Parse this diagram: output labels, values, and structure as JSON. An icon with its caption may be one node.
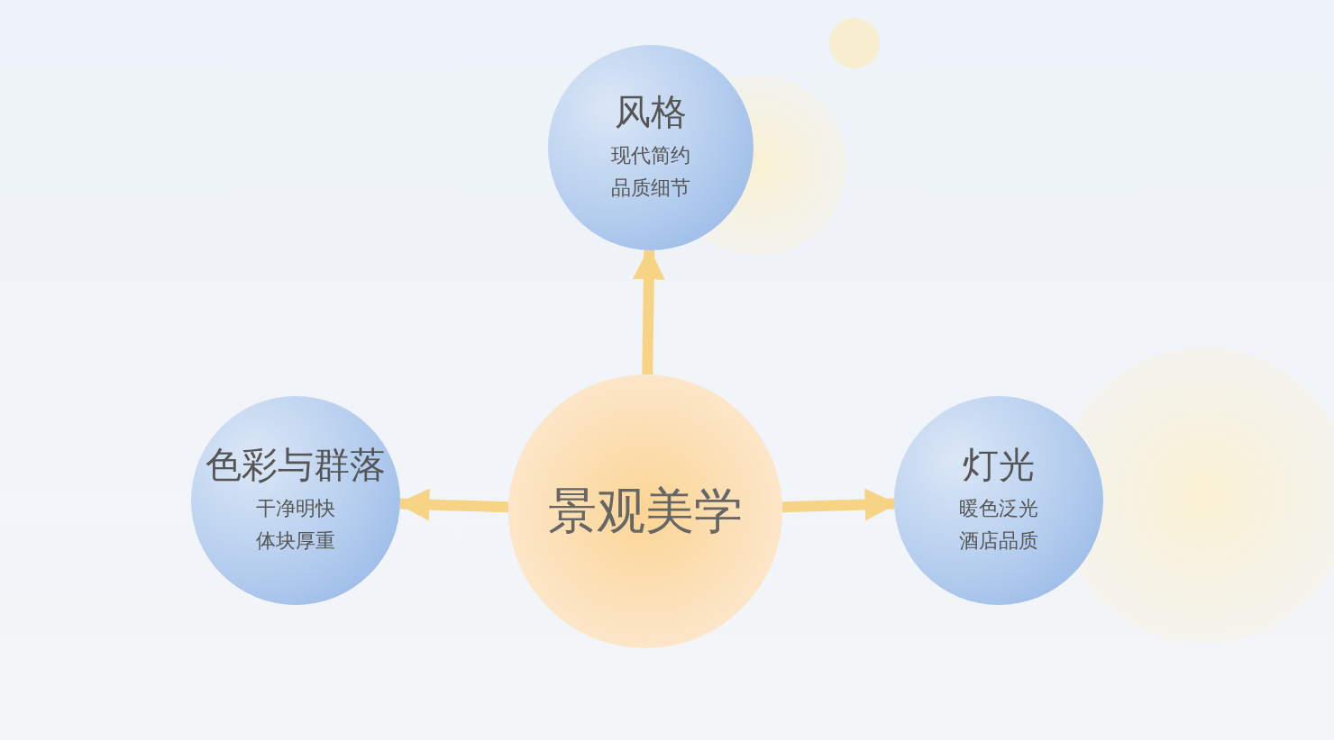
{
  "diagram": {
    "nodes": [
      {
        "text": [
          "风格",
          "现代简约",
          "品质细节"
        ]
      },
      {
        "text": [
          "色彩与群落",
          "干净明快",
          "体块厚重"
        ]
      },
      {
        "text": [
          "景观美学"
        ]
      },
      {
        "text": [
          "灯光",
          "暖色泛光",
          "酒店品质"
        ]
      }
    ],
    "edges": [
      {
        "from": 2,
        "to": 0,
        "arrow": "to"
      },
      {
        "from": 2,
        "to": 1,
        "arrow": "to"
      },
      {
        "from": 2,
        "to": 3,
        "arrow": "to"
      }
    ]
  }
}
